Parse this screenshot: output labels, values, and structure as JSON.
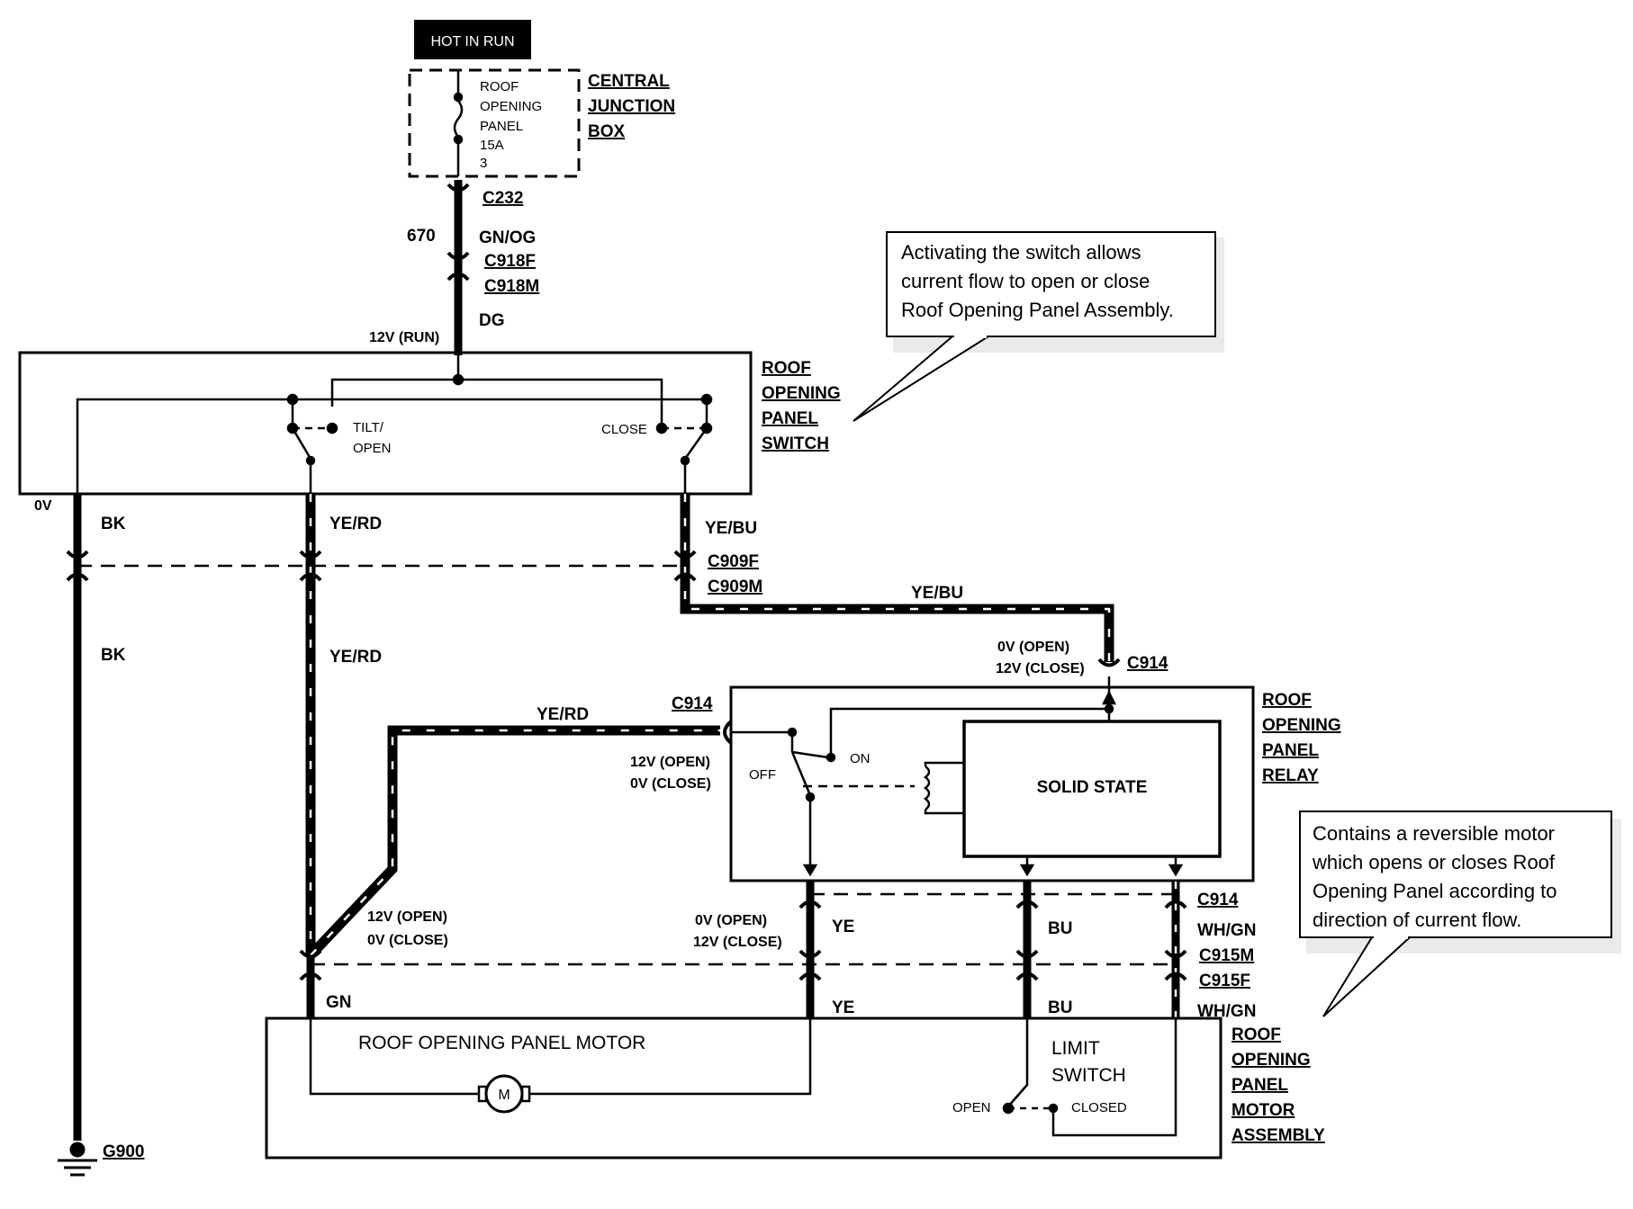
{
  "header": {
    "hot_in_run": "HOT IN RUN"
  },
  "fuse": {
    "lines": [
      "ROOF",
      "OPENING",
      "PANEL",
      "15A",
      "3"
    ],
    "box_label": [
      "CENTRAL",
      "JUNCTION",
      "BOX"
    ]
  },
  "supply": {
    "connector_top": "C232",
    "circuit": "670",
    "color_top": "GN/OG",
    "connector_f": "C918F",
    "connector_m": "C918M",
    "color_bottom": "DG",
    "voltage": "12V (RUN)"
  },
  "switch": {
    "title": [
      "ROOF",
      "OPENING",
      "PANEL",
      "SWITCH"
    ],
    "tilt_open": [
      "TILT/",
      "OPEN"
    ],
    "close": "CLOSE"
  },
  "note_switch": [
    "Activating the switch allows",
    "current flow to open or close",
    "Roof Opening Panel Assembly."
  ],
  "note_motor": [
    "Contains a reversible motor",
    "which opens or closes Roof",
    "Opening Panel according to",
    "direction of current flow."
  ],
  "wires": {
    "ground_voltage": "0V",
    "bk_upper": "BK",
    "bk_lower": "BK",
    "yerd_upper": "YE/RD",
    "yerd_lower": "YE/RD",
    "yerd_relay": "YE/RD",
    "yebu_upper": "YE/BU",
    "yebu_run": "YE/BU",
    "c909f": "C909F",
    "c909m": "C909M",
    "relay_in_open": "0V (OPEN)",
    "relay_in_close": "12V (CLOSE)",
    "c914_top": "C914",
    "c914_left": "C914",
    "relay_out_open": "12V (OPEN)",
    "relay_out_close": "0V (CLOSE)",
    "gn_open": "12V (OPEN)",
    "gn_close": "0V (CLOSE)",
    "ye_open": "0V (OPEN)",
    "ye_close": "12V (CLOSE)",
    "ye_upper": "YE",
    "bu_upper": "BU",
    "c914_right": "C914",
    "whgn_upper": "WH/GN",
    "c915m": "C915M",
    "c915f": "C915F",
    "gn": "GN",
    "ye_lower": "YE",
    "bu_lower": "BU",
    "whgn_lower": "WH/GN",
    "ground": "G900"
  },
  "relay": {
    "title": [
      "ROOF",
      "OPENING",
      "PANEL",
      "RELAY"
    ],
    "solid_state": "SOLID STATE",
    "on": "ON",
    "off": "OFF"
  },
  "motor": {
    "title": [
      "ROOF",
      "OPENING",
      "PANEL",
      "MOTOR",
      "ASSEMBLY"
    ],
    "name": "ROOF OPENING PANEL MOTOR",
    "m": "M",
    "limit_switch": [
      "LIMIT",
      "SWITCH"
    ],
    "open": "OPEN",
    "closed": "CLOSED"
  }
}
